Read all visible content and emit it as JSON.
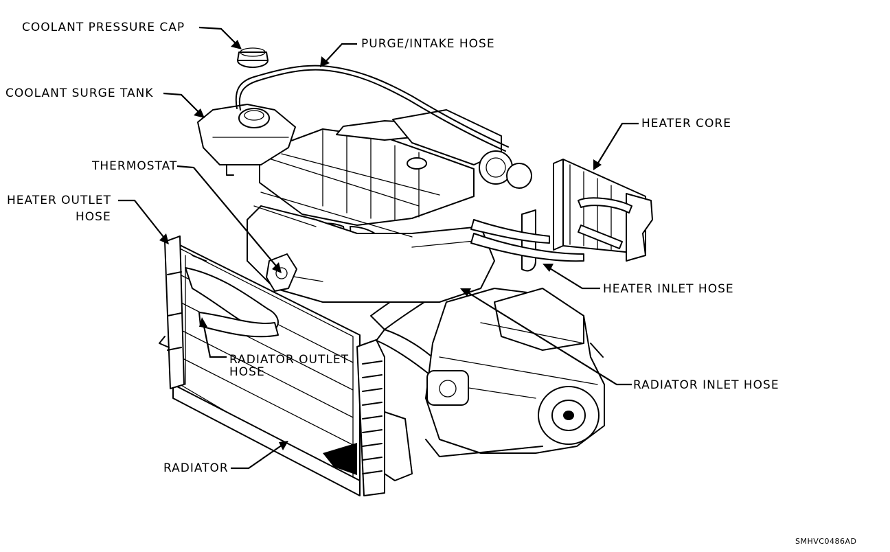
{
  "labels": {
    "coolant_pressure_cap": "COOLANT PRESSURE CAP",
    "purge_intake_hose": "PURGE/INTAKE HOSE",
    "coolant_surge_tank": "COOLANT SURGE TANK",
    "heater_core": "HEATER CORE",
    "thermostat": "THERMOSTAT",
    "heater_outlet_hose_line1": "HEATER OUTLET",
    "heater_outlet_hose_line2": "HOSE",
    "heater_inlet_hose": "HEATER INLET HOSE",
    "radiator_outlet_hose_line1": "RADIATOR OUTLET",
    "radiator_outlet_hose_line2": "HOSE",
    "radiator_inlet_hose": "RADIATOR INLET HOSE",
    "radiator": "RADIATOR"
  },
  "figure_code": "SMHVC0486AD"
}
